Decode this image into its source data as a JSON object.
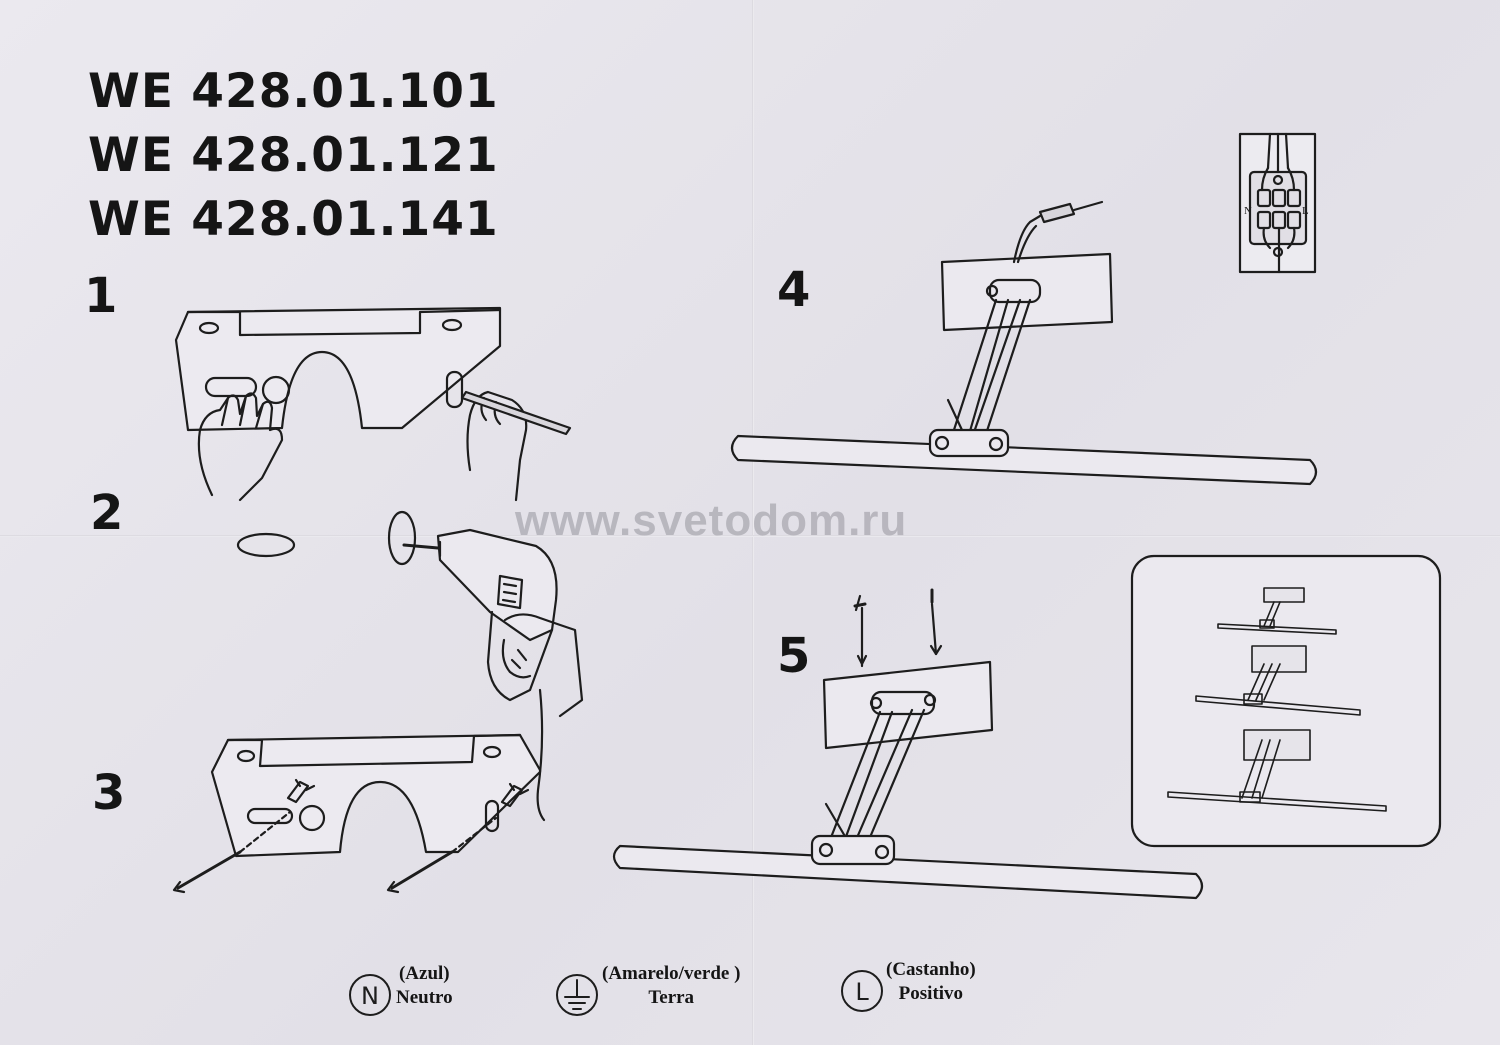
{
  "models": [
    "WE 428.01.101",
    "WE 428.01.121",
    "WE 428.01.141"
  ],
  "steps": {
    "s1": "1",
    "s2": "2",
    "s3": "3",
    "s4": "4",
    "s5": "5"
  },
  "watermark": "www.svetodom.ru",
  "wiring": {
    "left": "N",
    "right": "L"
  },
  "legend": [
    {
      "symbol": "N",
      "color": "(Azul)",
      "name": "Neutro"
    },
    {
      "symbol": "ground",
      "color": "(Amarelo/verde )",
      "name": "Terra"
    },
    {
      "symbol": "L",
      "color": "(Castanho)",
      "name": "Positivo"
    }
  ]
}
